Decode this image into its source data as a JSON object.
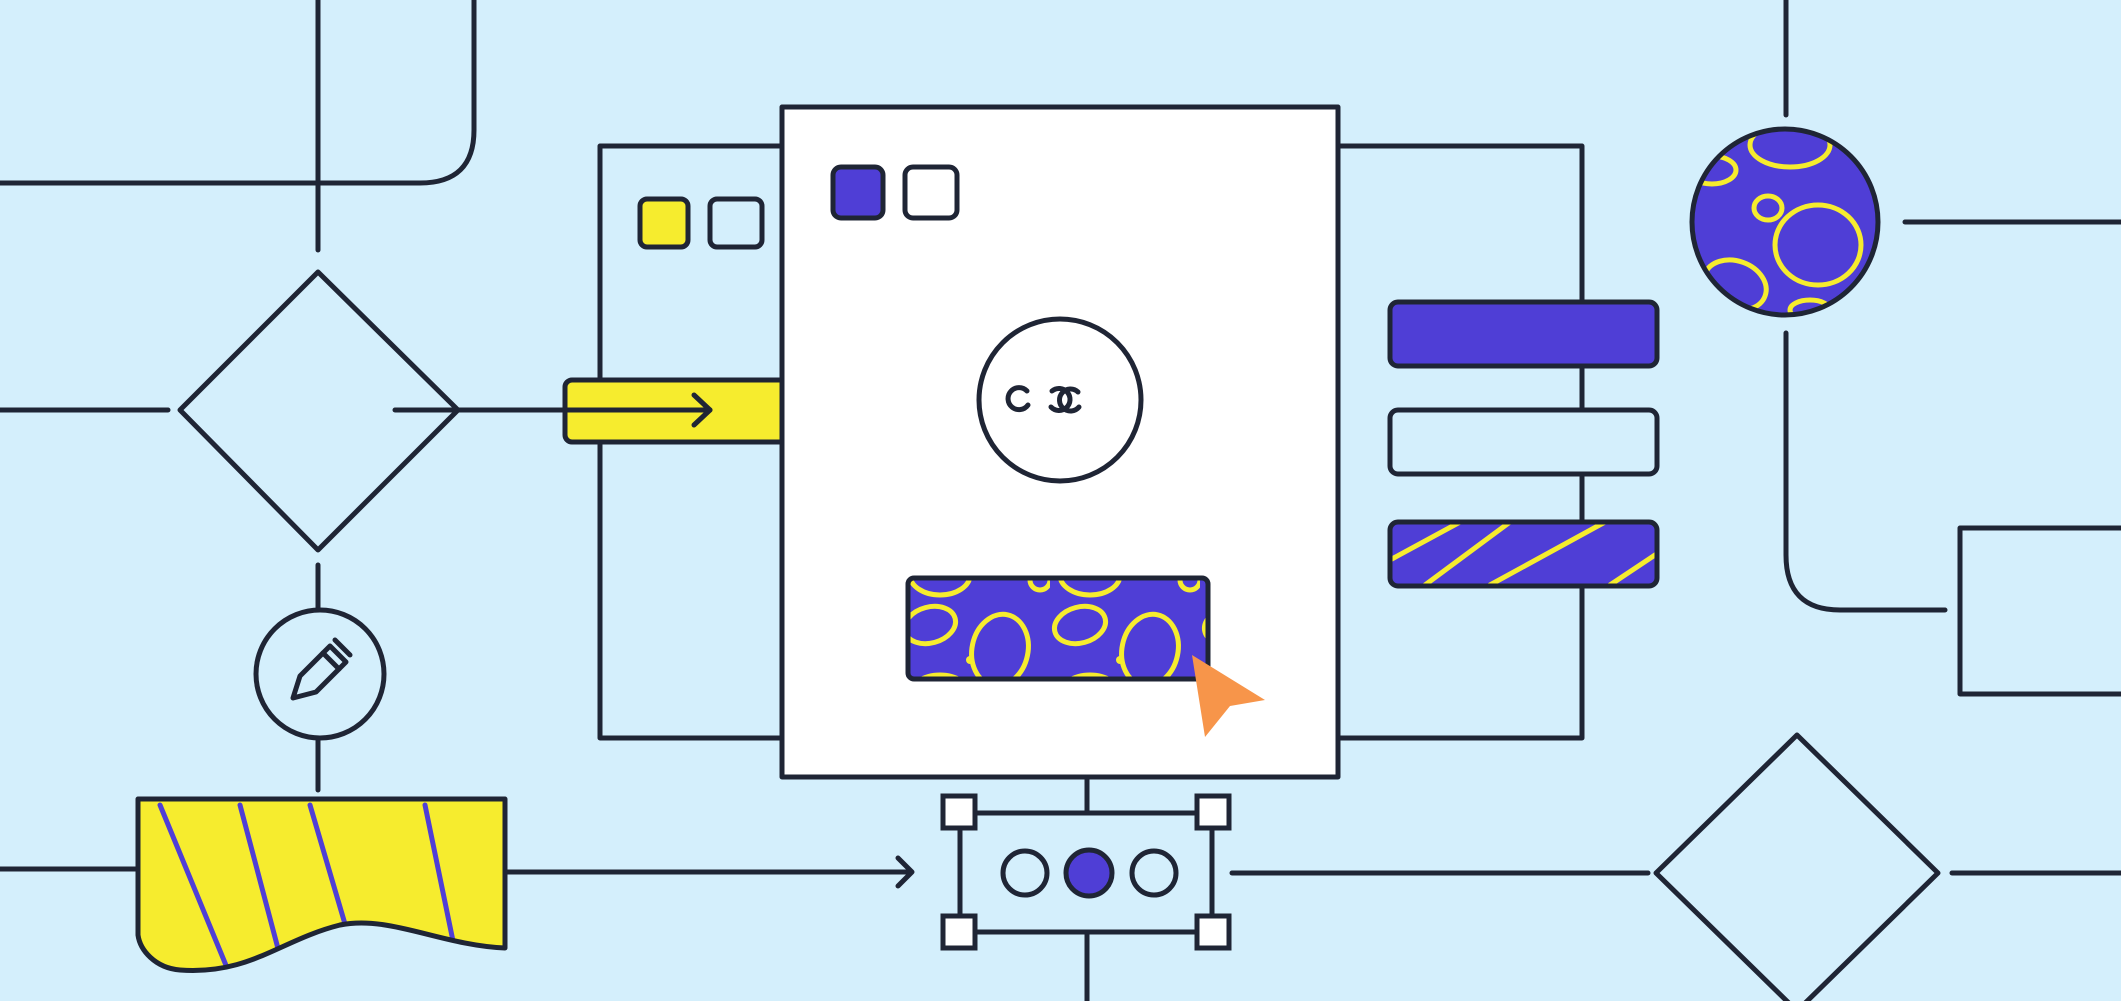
{
  "illustration": {
    "colors": {
      "background": "#d4effc",
      "ink": "#1f2535",
      "purple": "#4f3ed6",
      "yellow": "#f6ec2e",
      "window": "#ffffff",
      "cursor": "#f7954a"
    },
    "icons": [
      "flowchart-connector-lines",
      "decision-diamond",
      "pencil-icon",
      "wavy-document-shape",
      "browser-window",
      "logo-circle",
      "patterned-button",
      "cursor-arrow",
      "selected-element-with-handles",
      "list-bars",
      "planet-circle",
      "terminal-box"
    ]
  }
}
